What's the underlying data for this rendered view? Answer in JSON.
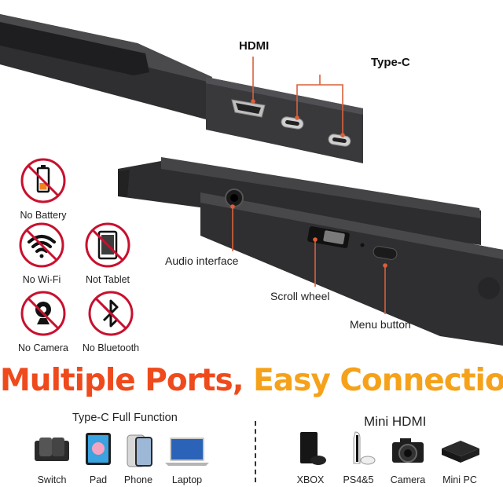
{
  "ports": {
    "hdmi": "HDMI",
    "typec": "Type-C",
    "audio": "Audio interface",
    "scroll": "Scroll wheel",
    "menu": "Menu button"
  },
  "features": [
    {
      "label": "No Battery",
      "icon": "battery-icon"
    },
    {
      "label": "No Wi-Fi",
      "icon": "wifi-icon"
    },
    {
      "label": "Not Tablet",
      "icon": "tablet-icon"
    },
    {
      "label": "No Camera",
      "icon": "webcam-icon"
    },
    {
      "label": "No Bluetooth",
      "icon": "bluetooth-icon"
    }
  ],
  "headline": {
    "part1": "Multiple Ports, ",
    "part2": "Easy Connection"
  },
  "colors": {
    "accent_red": "#ef4a1c",
    "accent_orange": "#f5a21a",
    "callout_line": "#d9603a",
    "prohibit": "#c8102e"
  },
  "groups": {
    "typec": {
      "title": "Type-C Full Function",
      "devices": [
        {
          "label": "Switch",
          "icon": "switch-console-icon"
        },
        {
          "label": "Pad",
          "icon": "tablet-icon"
        },
        {
          "label": "Phone",
          "icon": "phone-icon"
        },
        {
          "label": "Laptop",
          "icon": "laptop-icon"
        }
      ]
    },
    "hdmi": {
      "title": "Mini HDMI",
      "devices": [
        {
          "label": "XBOX",
          "icon": "xbox-console-icon"
        },
        {
          "label": "PS4&5",
          "icon": "playstation-console-icon"
        },
        {
          "label": "Camera",
          "icon": "camera-icon"
        },
        {
          "label": "Mini PC",
          "icon": "mini-pc-icon"
        }
      ]
    }
  }
}
